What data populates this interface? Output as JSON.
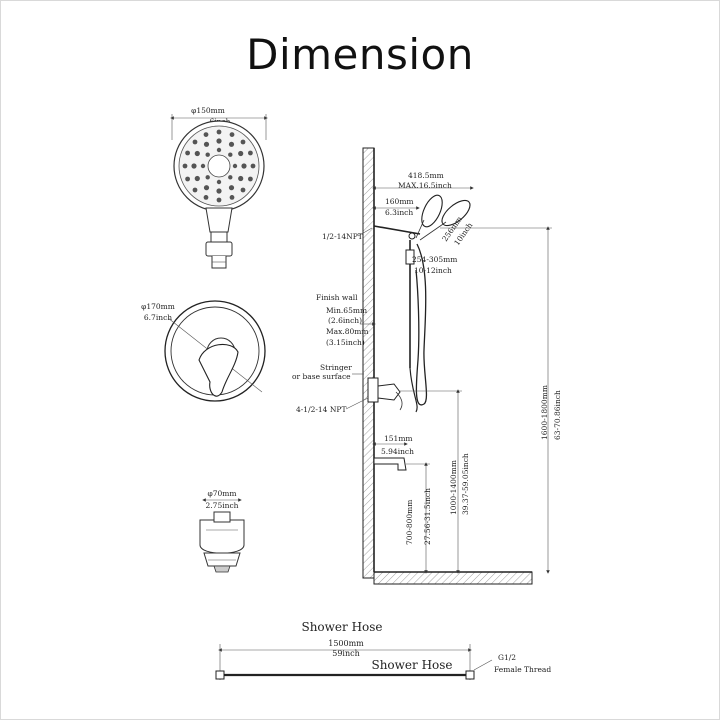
{
  "title": "Dimension",
  "showerhead": {
    "dia_mm": "φ150mm",
    "dia_in": "6inch"
  },
  "trim_plate": {
    "dia_mm": "φ170mm",
    "dia_in": "6.7inch"
  },
  "spout": {
    "dia_mm": "φ70mm",
    "dia_in": "2.75inch"
  },
  "wall_labels": {
    "npt_top": "1/2-14NPT",
    "finish_wall": "Finish wall",
    "min": "Min.65mm",
    "min_in": "(2.6inch)",
    "max": "Max.80mm",
    "max_in": "(3.15inch)",
    "stringer": "Stringer",
    "base_surface": "or base surface",
    "npt_bottom": "4-1/2-14 NPT"
  },
  "installation": {
    "reach_mm": "418.5mm",
    "reach_in": "MAX.16.5inch",
    "arm_mm": "160mm",
    "arm_in": "6.3inch",
    "head_mm": "256mm",
    "head_in": "10inch",
    "bar_mm": "254-305mm",
    "bar_in": "10-12inch",
    "spout_len_mm": "151mm",
    "spout_len_in": "5.94inch",
    "total_height_mm": "1600-1800mm",
    "total_height_in": "63-70.86inch",
    "valve_height_mm": "1000-1400mm",
    "valve_height_in": "39.37-59.05inch",
    "spout_height_mm": "700-800mm",
    "spout_height_in": "27.56-31.5inch"
  },
  "hose": {
    "title": "Shower Hose",
    "label": "Shower Hose",
    "length_mm": "1500mm",
    "length_in": "59inch",
    "thread": "G1/2",
    "thread_type": "Female Thread"
  }
}
